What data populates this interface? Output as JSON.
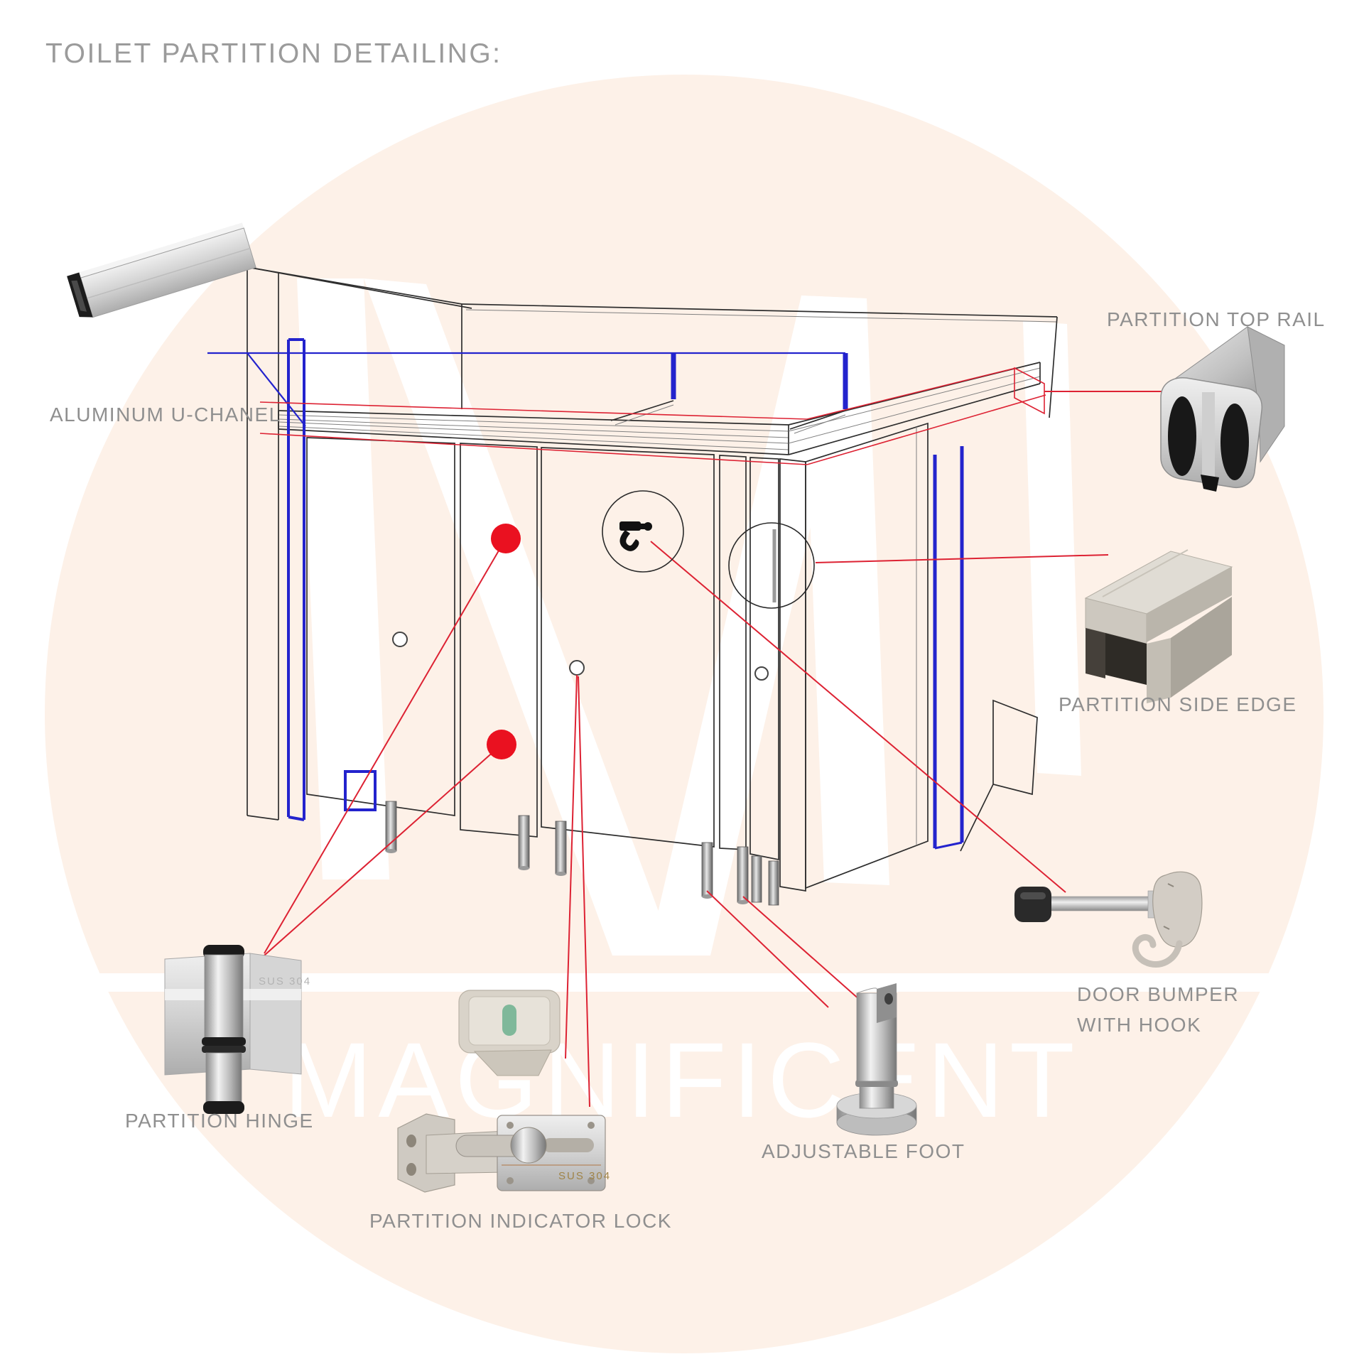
{
  "title": "TOILET PARTITION DETAILING:",
  "watermark": {
    "text": "MAGNIFICENT"
  },
  "components": {
    "u_channel": {
      "label": "ALUMINUM U-CHANEL"
    },
    "top_rail": {
      "label": "PARTITION TOP RAIL"
    },
    "side_edge": {
      "label": "PARTITION SIDE EDGE"
    },
    "door_bumper": {
      "label_line1": "DOOR BUMPER",
      "label_line2": "WITH HOOK"
    },
    "hinge": {
      "label": "PARTITION HINGE",
      "marking": "SUS 304"
    },
    "indicator_lock": {
      "label": "PARTITION INDICATOR LOCK",
      "marking": "SUS 304"
    },
    "adjustable_foot": {
      "label": "ADJUSTABLE FOOT"
    }
  },
  "colors": {
    "background_circle": "#fdf1e8",
    "watermark_white": "#ffffff",
    "title_gray": "#9b9b9b",
    "label_gray": "#8f8f8f",
    "annotation_red": "#dd2233",
    "dot_red": "#ea1120",
    "annotation_blue": "#2323cd",
    "wireframe": "#2e2e2e"
  }
}
